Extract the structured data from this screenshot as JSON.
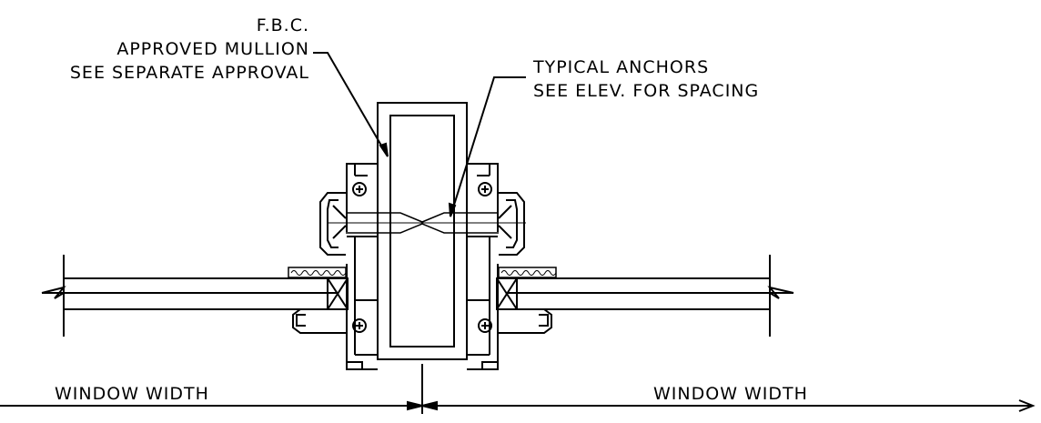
{
  "labels": {
    "mullion": {
      "line1": "F.B.C.",
      "line2": "APPROVED MULLION",
      "line3": "SEE SEPARATE APPROVAL"
    },
    "anchors": {
      "line1": "TYPICAL ANCHORS",
      "line2": "SEE ELEV. FOR SPACING"
    },
    "dimension_left": "WINDOW WIDTH",
    "dimension_right": "WINDOW WIDTH"
  },
  "colors": {
    "line": "#000000",
    "background": "#ffffff"
  }
}
